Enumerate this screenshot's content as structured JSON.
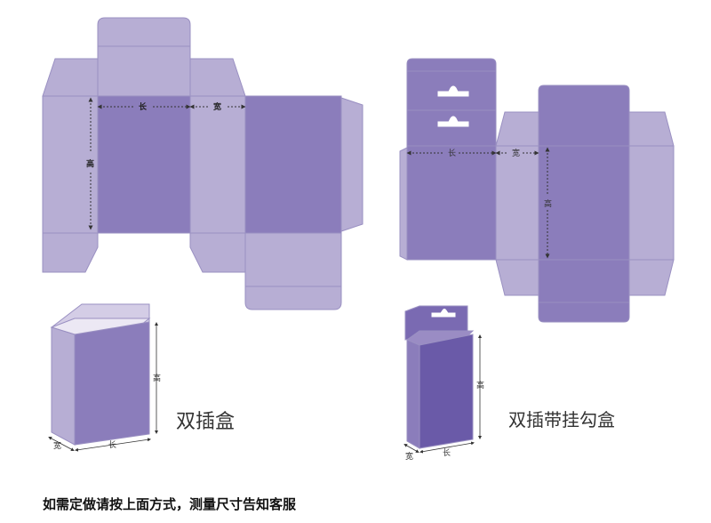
{
  "dims": {
    "length": "长",
    "width": "宽",
    "height": "高"
  },
  "captions": {
    "double_tuck_box": "双插盒",
    "double_tuck_hanger_box": "双插带挂勾盒"
  },
  "footer": "如需定做请按上面方式，测量尺寸告知客服",
  "colors": {
    "light": "#b7aed4",
    "mid": "#8b7dbb",
    "dark": "#6a5aa8",
    "outline": "#9a90c2"
  }
}
